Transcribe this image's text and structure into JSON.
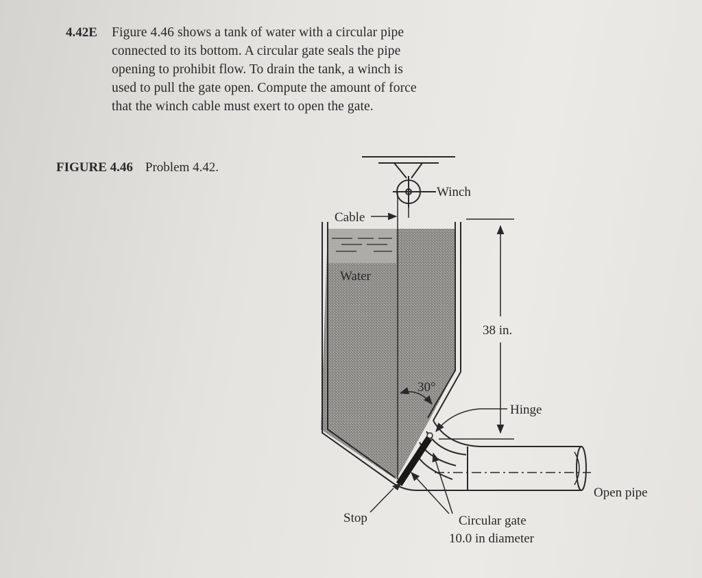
{
  "problem": {
    "number": "4.42E",
    "lines": [
      "Figure 4.46 shows a tank of water with a circular pipe",
      "connected to its bottom. A circular gate seals the pipe",
      "opening to prohibit flow. To drain the tank, a winch is",
      "used to pull the gate open. Compute the amount of force",
      "that the winch cable must exert to open the gate."
    ]
  },
  "figure": {
    "label": "FIGURE 4.46",
    "caption": "Problem 4.42.",
    "labels": {
      "winch": "Winch",
      "cable": "Cable",
      "water": "Water",
      "depth": "38 in.",
      "angle": "30°",
      "hinge": "Hinge",
      "open_pipe": "Open pipe",
      "stop": "Stop",
      "gate_line1": "Circular gate",
      "gate_line2": "10.0 in diameter"
    }
  }
}
